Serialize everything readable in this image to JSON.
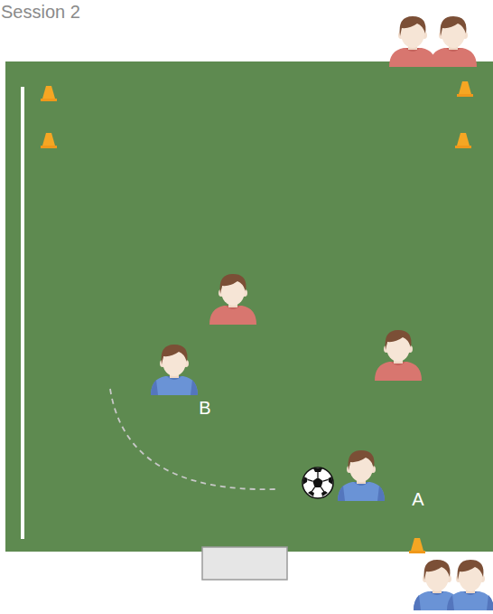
{
  "diagram": {
    "title": "Session 2",
    "labels": [
      "B",
      "A"
    ]
  }
}
